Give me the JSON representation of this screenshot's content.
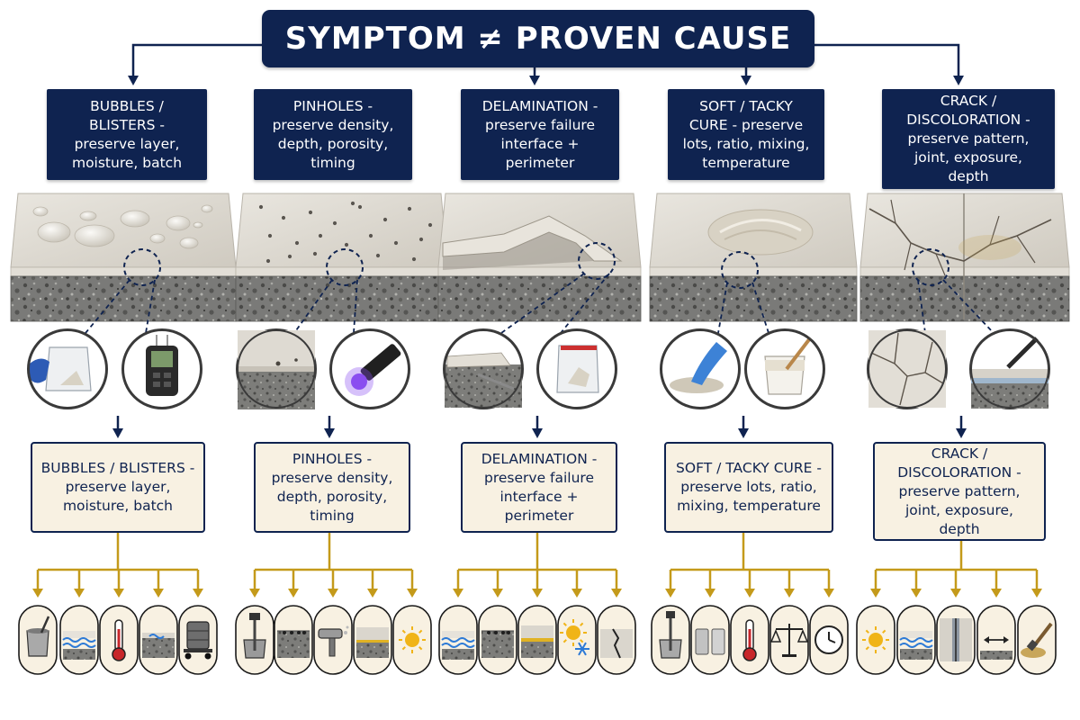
{
  "title": "SYMPTOM ≠ PROVEN CAUSE",
  "colors": {
    "navy": "#0f2350",
    "gold": "#c49a1a",
    "cream": "#f8f1e2",
    "concrete": "#dcd7cd",
    "aggregate": "#6e6e6e"
  },
  "symptoms": [
    {
      "label": "BUBBLES / BLISTERS - preserve layer, moisture, batch",
      "top_lines": [
        "BUBBLES /",
        "BLISTERS -",
        "preserve layer,",
        "moisture, batch"
      ],
      "bottom_lines": [
        "BUBBLES / BLISTERS -",
        "preserve layer,",
        "moisture, batch"
      ],
      "tools": [
        "sample-bag-gloved-hand-icon",
        "moisture-meter-icon"
      ],
      "factors": [
        "mixing-bucket-icon",
        "water-waves-icon",
        "thermometer-icon",
        "substrate-layer-icon",
        "drum-on-dolly-icon"
      ]
    },
    {
      "label": "PINHOLES - preserve density, depth, porosity, timing",
      "top_lines": [
        "PINHOLES -",
        "preserve density,",
        "depth, porosity,",
        "timing"
      ],
      "bottom_lines": [
        "PINHOLES -",
        "preserve density,",
        "depth, porosity,",
        "timing"
      ],
      "tools": [
        "pinhole-cross-section-icon",
        "uv-flashlight-icon"
      ],
      "factors": [
        "mixer-drill-icon",
        "porous-substrate-icon",
        "spray-gun-icon",
        "coating-layer-icon",
        "sun-icon"
      ]
    },
    {
      "label": "DELAMINATION - preserve failure interface + perimeter",
      "top_lines": [
        "DELAMINATION -",
        "preserve failure",
        "interface +",
        "perimeter"
      ],
      "bottom_lines": [
        "DELAMINATION -",
        "preserve failure",
        "interface +",
        "perimeter"
      ],
      "tools": [
        "lifted-coating-probe-icon",
        "sample-bag-chip-icon"
      ],
      "factors": [
        "water-waves-icon",
        "porous-substrate-icon",
        "bond-line-icon",
        "sun-snowflake-icon",
        "substrate-crack-icon"
      ]
    },
    {
      "label": "SOFT / TACKY CURE - preserve lots, ratio, mixing, temperature",
      "top_lines": [
        "SOFT / TACKY",
        "CURE - preserve",
        "lots, ratio, mixing,",
        "temperature"
      ],
      "bottom_lines": [
        "SOFT / TACKY CURE -",
        "preserve lots, ratio,",
        "mixing, temperature"
      ],
      "tools": [
        "gloved-finger-tacky-icon",
        "sample-cup-stick-icon"
      ],
      "factors": [
        "mixing-paddle-icon",
        "component-cans-icon",
        "thermometer-icon",
        "balance-scale-icon",
        "clock-icon"
      ]
    },
    {
      "label": "CRACK / DISCOLORATION - preserve pattern, joint, exposure, depth",
      "top_lines": [
        "CRACK /",
        "DISCOLORATION -",
        "preserve pattern,",
        "joint, exposure,",
        "depth"
      ],
      "bottom_lines": [
        "CRACK /",
        "DISCOLORATION -",
        "preserve pattern,",
        "joint, exposure,",
        "depth"
      ],
      "tools": [
        "crack-pattern-icon",
        "depth-gauge-pen-icon"
      ],
      "factors": [
        "sun-icon",
        "water-substrate-icon",
        "control-joint-icon",
        "movement-arrows-icon",
        "brush-stain-icon"
      ]
    }
  ]
}
